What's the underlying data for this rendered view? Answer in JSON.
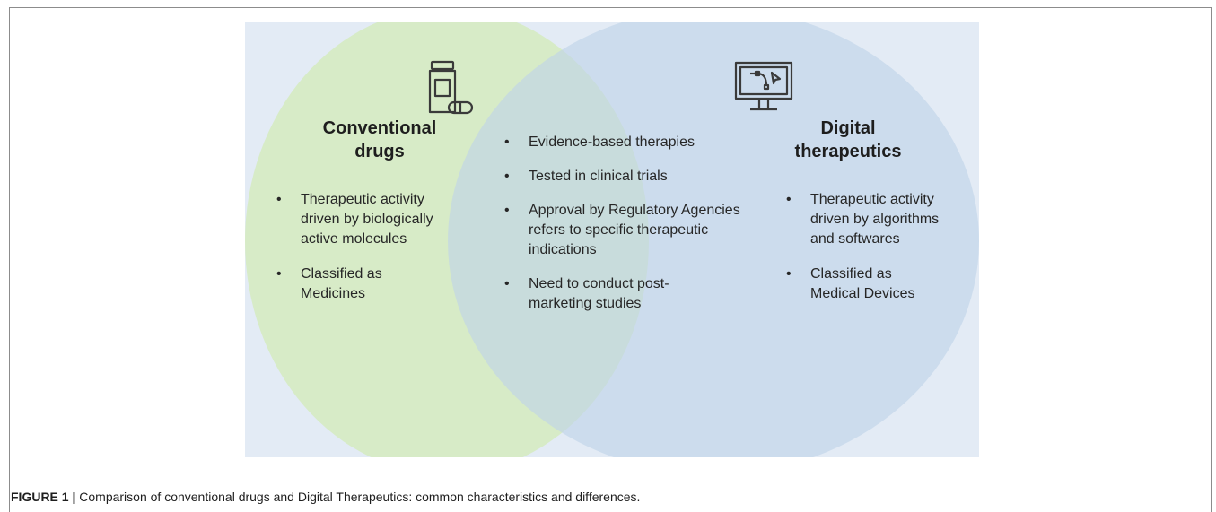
{
  "diagram": {
    "left_set": {
      "title": "Conventional\ndrugs",
      "items": [
        "Therapeutic activity driven by biologically active molecules",
        "Classified as Medicines"
      ],
      "icon": "pill-bottle-icon"
    },
    "intersection": {
      "items": [
        "Evidence-based therapies",
        "Tested in clinical trials",
        "Approval by Regulatory Agencies refers to specific therapeutic indications",
        "Need to conduct post-marketing studies"
      ]
    },
    "right_set": {
      "title": "Digital\ntherapeutics",
      "items": [
        "Therapeutic activity driven by algorithms and softwares",
        "Classified as Medical Devices"
      ],
      "icon": "computer-monitor-icon"
    },
    "colors": {
      "left_circle": "#d6ebc4",
      "right_circle": "#bed4e8",
      "background_panel": "#e3ebf5"
    }
  },
  "caption": {
    "label": "FIGURE 1 |",
    "text": " Comparison of conventional drugs and Digital Therapeutics: common characteristics and differences."
  }
}
